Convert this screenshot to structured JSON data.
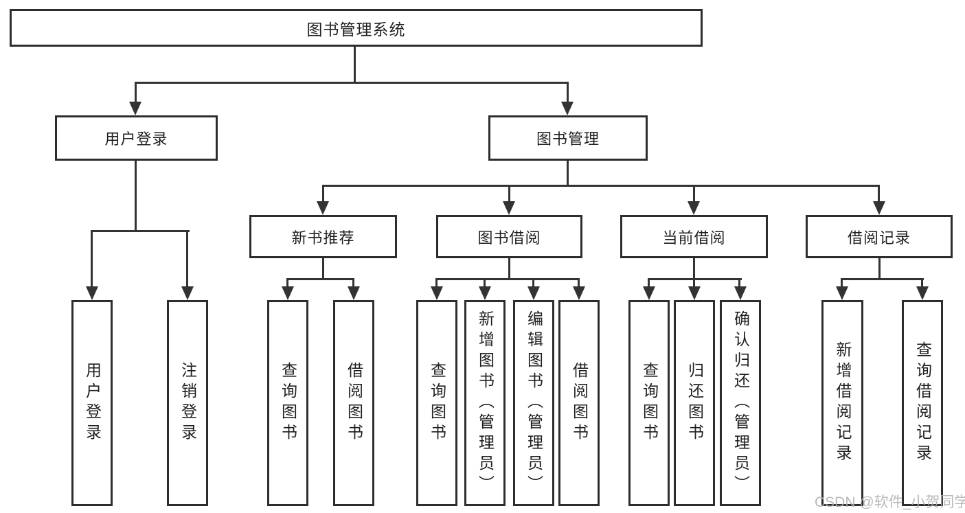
{
  "diagram": {
    "root": {
      "label": "图书管理系统"
    },
    "level2": {
      "user_login": {
        "label": "用户登录"
      },
      "book_mgmt": {
        "label": "图书管理"
      }
    },
    "level3": {
      "new_books": {
        "label": "新书推荐"
      },
      "book_borrow": {
        "label": "图书借阅"
      },
      "current_borrow": {
        "label": "当前借阅"
      },
      "borrow_records": {
        "label": "借阅记录"
      }
    },
    "leaves": {
      "user_login": [
        "用户登录",
        "注销登录"
      ],
      "new_books": [
        "查询图书",
        "借阅图书"
      ],
      "book_borrow": [
        "查询图书",
        "新增图书（管理员）",
        "编辑图书（管理员）",
        "借阅图书"
      ],
      "current_borrow": [
        "查询图书",
        "归还图书",
        "确认归还（管理员）"
      ],
      "borrow_records": [
        "新增借阅记录",
        "查询借阅记录"
      ]
    }
  },
  "watermark": {
    "text": "CSDN @软件_小贺同学"
  },
  "colors": {
    "line": "#333333",
    "box_border": "#2d2d2d",
    "text": "#1f1f1f",
    "watermark": "#b2b2b2",
    "background": "#ffffff"
  }
}
